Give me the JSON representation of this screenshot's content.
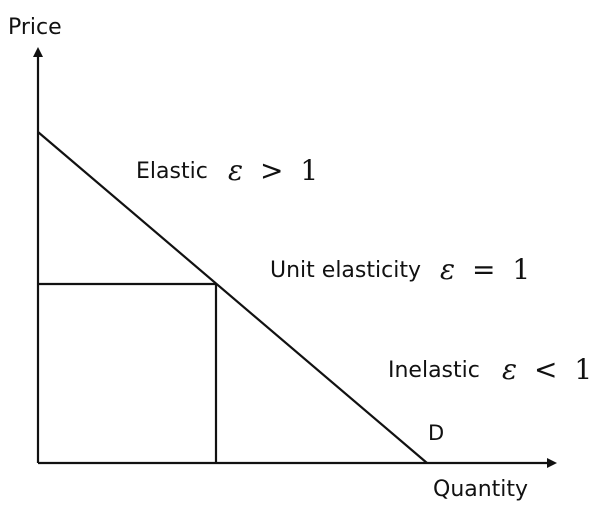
{
  "axes": {
    "y_label": "Price",
    "x_label": "Quantity"
  },
  "curve": {
    "name": "D"
  },
  "regions": {
    "elastic": {
      "label": "Elastic",
      "symbol": "ε",
      "operator": ">",
      "value": "1"
    },
    "unit": {
      "label": "Unit elasticity",
      "symbol": "ε",
      "operator": "=",
      "value": "1"
    },
    "inelastic": {
      "label": "Inelastic",
      "symbol": "ε",
      "operator": "<",
      "value": "1"
    }
  },
  "colors": {
    "line": "#111111",
    "background": "#ffffff"
  }
}
